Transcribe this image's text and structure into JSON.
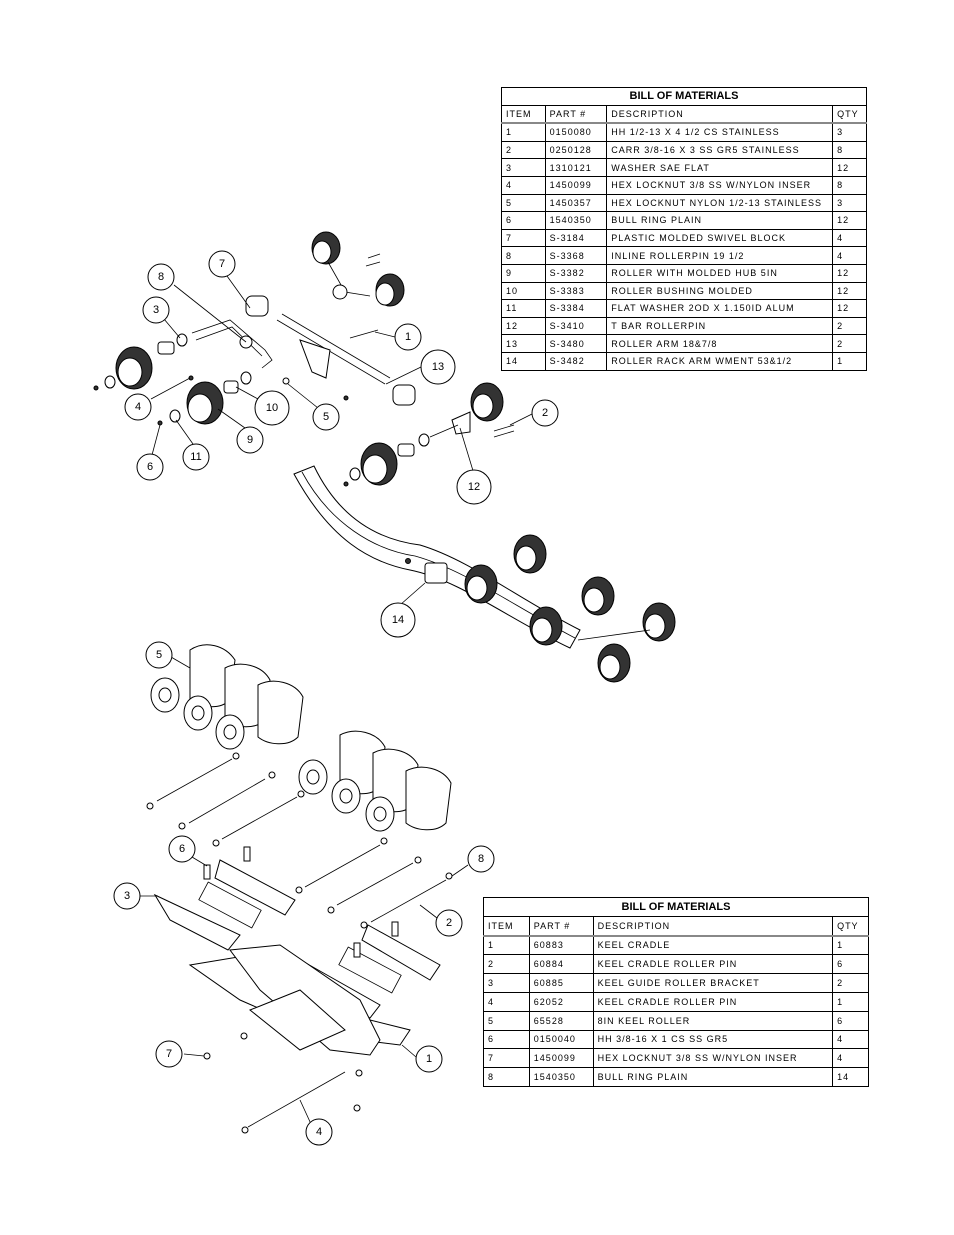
{
  "bom_upper": {
    "title": "BILL OF MATERIALS",
    "columns": [
      "ITEM",
      "PART #",
      "DESCRIPTION",
      "QTY"
    ],
    "rows": [
      {
        "item": "1",
        "part": "0150080",
        "description": "HH 1/2-13 X 4 1/2 CS STAINLESS",
        "qty": "3"
      },
      {
        "item": "2",
        "part": "0250128",
        "description": "CARR 3/8-16 X 3 SS GR5 STAINLESS",
        "qty": "8"
      },
      {
        "item": "3",
        "part": "1310121",
        "description": "WASHER SAE FLAT",
        "qty": "12"
      },
      {
        "item": "4",
        "part": "1450099",
        "description": "HEX LOCKNUT 3/8 SS W/NYLON INSER",
        "qty": "8"
      },
      {
        "item": "5",
        "part": "1450357",
        "description": "HEX LOCKNUT NYLON 1/2-13 STAINLESS",
        "qty": "3"
      },
      {
        "item": "6",
        "part": "1540350",
        "description": "BULL RING PLAIN",
        "qty": "12"
      },
      {
        "item": "7",
        "part": "S-3184",
        "description": "PLASTIC MOLDED SWIVEL BLOCK",
        "qty": "4"
      },
      {
        "item": "8",
        "part": "S-3368",
        "description": "INLINE ROLLERPIN 19 1/2",
        "qty": "4"
      },
      {
        "item": "9",
        "part": "S-3382",
        "description": "ROLLER WITH MOLDED HUB  5IN",
        "qty": "12"
      },
      {
        "item": "10",
        "part": "S-3383",
        "description": "ROLLER BUSHING MOLDED",
        "qty": "12"
      },
      {
        "item": "11",
        "part": "S-3384",
        "description": "FLAT WASHER  2OD X 1.150ID  ALUM",
        "qty": "12"
      },
      {
        "item": "12",
        "part": "S-3410",
        "description": "T BAR ROLLERPIN",
        "qty": "2"
      },
      {
        "item": "13",
        "part": "S-3480",
        "description": "ROLLER ARM 18&7/8",
        "qty": "2"
      },
      {
        "item": "14",
        "part": "S-3482",
        "description": "ROLLER RACK ARM WMENT  53&1/2",
        "qty": "1"
      }
    ]
  },
  "bom_lower": {
    "title": "BILL OF MATERIALS",
    "columns": [
      "ITEM",
      "PART #",
      "DESCRIPTION",
      "QTY"
    ],
    "rows": [
      {
        "item": "1",
        "part": "60883",
        "description": "KEEL CRADLE",
        "qty": "1"
      },
      {
        "item": "2",
        "part": "60884",
        "description": "KEEL CRADLE ROLLER PIN",
        "qty": "6"
      },
      {
        "item": "3",
        "part": "60885",
        "description": "KEEL GUIDE ROLLER BRACKET",
        "qty": "2"
      },
      {
        "item": "4",
        "part": "62052",
        "description": "KEEL CRADLE ROLLER PIN",
        "qty": "1"
      },
      {
        "item": "5",
        "part": "65528",
        "description": "8IN KEEL ROLLER",
        "qty": "6"
      },
      {
        "item": "6",
        "part": "0150040",
        "description": "HH 3/8-16 X 1 CS SS GR5",
        "qty": "4"
      },
      {
        "item": "7",
        "part": "1450099",
        "description": "HEX LOCKNUT 3/8 SS W/NYLON INSER",
        "qty": "4"
      },
      {
        "item": "8",
        "part": "1540350",
        "description": "BULL RING PLAIN",
        "qty": "14"
      }
    ]
  },
  "upper_drawing": {
    "name": "roller rack arm assembly exploded view",
    "balloons": [
      "1",
      "2",
      "3",
      "4",
      "5",
      "6",
      "7",
      "8",
      "9",
      "10",
      "11",
      "12",
      "13",
      "14"
    ]
  },
  "lower_drawing": {
    "name": "keel cradle assembly exploded view",
    "balloons": [
      "1",
      "2",
      "3",
      "4",
      "5",
      "6",
      "7",
      "8"
    ]
  }
}
